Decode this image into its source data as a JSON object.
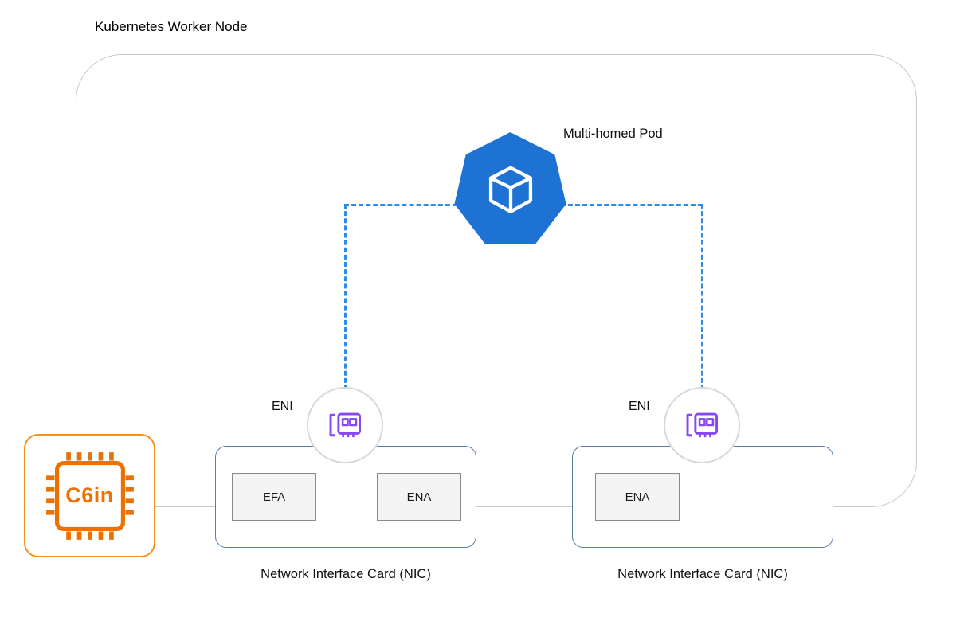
{
  "node": {
    "title": "Kubernetes Worker Node"
  },
  "pod": {
    "label": "Multi-homed Pod",
    "icon": "kubernetes-pod-icon"
  },
  "instance": {
    "label": "C6in",
    "icon": "cpu-chip-icon"
  },
  "enis": [
    {
      "label": "ENI",
      "icon": "elastic-network-interface-icon"
    },
    {
      "label": "ENI",
      "icon": "elastic-network-interface-icon"
    }
  ],
  "nics": [
    {
      "label": "Network Interface Card (NIC)",
      "adapters": [
        "EFA",
        "ENA"
      ]
    },
    {
      "label": "Network Interface Card (NIC)",
      "adapters": [
        "ENA"
      ]
    }
  ],
  "colors": {
    "kubernetes_blue": "#1d72d3",
    "dashed_connector_blue": "#2e8bea",
    "eni_purple": "#8747f2",
    "instance_orange": "#ed7100",
    "instance_border_orange": "#f2921d",
    "nic_border_blue": "#567da9",
    "node_border_gray": "#c9c9c9",
    "adapter_fill": "#f4f4f4"
  }
}
